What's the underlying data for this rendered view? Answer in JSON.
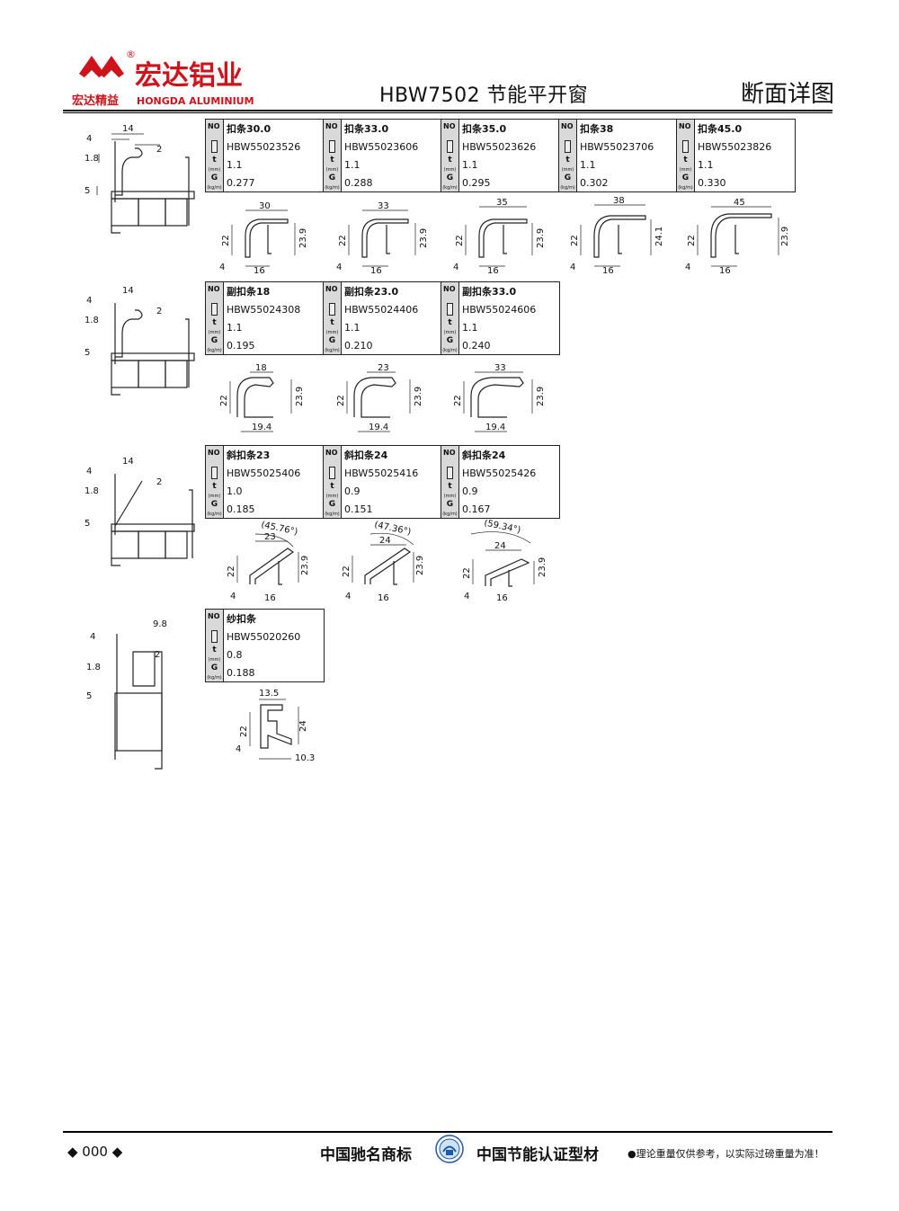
{
  "header": {
    "logo_cn": "宏达铝业",
    "logo_en": "HONGDA ALUMINIUM",
    "logo_slogan": "宏达精益",
    "logo_mark": "®",
    "title": "HBW7502 节能平开窗",
    "section": "断面详图"
  },
  "tables": [
    {
      "name": "fastener-strip",
      "cells": [
        {
          "name": "扣条30.0",
          "code": "HBW55023526",
          "t": "1.1",
          "g": "0.277"
        },
        {
          "name": "扣条33.0",
          "code": "HBW55023606",
          "t": "1.1",
          "g": "0.288"
        },
        {
          "name": "扣条35.0",
          "code": "HBW55023626",
          "t": "1.1",
          "g": "0.295"
        },
        {
          "name": "扣条38",
          "code": "HBW55023706",
          "t": "1.1",
          "g": "0.302"
        },
        {
          "name": "扣条45.0",
          "code": "HBW55023826",
          "t": "1.1",
          "g": "0.330"
        }
      ]
    },
    {
      "name": "sub-fastener-strip",
      "cells": [
        {
          "name": "副扣条18",
          "code": "HBW55024308",
          "t": "1.1",
          "g": "0.195"
        },
        {
          "name": "副扣条23.0",
          "code": "HBW55024406",
          "t": "1.1",
          "g": "0.210"
        },
        {
          "name": "副扣条33.0",
          "code": "HBW55024606",
          "t": "1.1",
          "g": "0.240"
        }
      ]
    },
    {
      "name": "inclined-fastener-strip",
      "cells": [
        {
          "name": "斜扣条23",
          "code": "HBW55025406",
          "t": "1.0",
          "g": "0.185"
        },
        {
          "name": "斜扣条24",
          "code": "HBW55025416",
          "t": "0.9",
          "g": "0.151"
        },
        {
          "name": "斜扣条24",
          "code": "HBW55025426",
          "t": "0.9",
          "g": "0.167"
        }
      ]
    },
    {
      "name": "screen-strip",
      "cells": [
        {
          "name": "纱扣条",
          "code": "HBW55020260",
          "t": "0.8",
          "g": "0.188"
        }
      ]
    }
  ],
  "icons": {
    "no": "NO",
    "t": "t",
    "t_unit": "(mm)",
    "g": "G",
    "g_unit": "(kg/m)"
  },
  "dimensions": {
    "frame": [
      "14",
      "4",
      "2",
      "1.8",
      "5"
    ],
    "frame_screen": [
      "9.8",
      "4",
      "2",
      "1.8",
      "5"
    ],
    "row1": [
      {
        "w": "30",
        "h": "22",
        "r": "23.9",
        "b1": "4",
        "b2": "16"
      },
      {
        "w": "33",
        "h": "22",
        "r": "23.9",
        "b1": "4",
        "b2": "16"
      },
      {
        "w": "35",
        "h": "22",
        "r": "23.9",
        "b1": "4",
        "b2": "16"
      },
      {
        "w": "38",
        "h": "22",
        "r": "24.1",
        "b1": "4",
        "b2": "16"
      },
      {
        "w": "45",
        "h": "22",
        "r": "23.9",
        "b1": "4",
        "b2": "16"
      }
    ],
    "row2": [
      {
        "w": "18",
        "h": "22",
        "r": "23.9",
        "b": "19.4"
      },
      {
        "w": "23",
        "h": "22",
        "r": "23.9",
        "b": "19.4"
      },
      {
        "w": "33",
        "h": "22",
        "r": "23.9",
        "b": "19.4"
      }
    ],
    "row3": [
      {
        "ang": "(45.76°)",
        "w": "23",
        "h": "22",
        "r": "23.9",
        "b1": "4",
        "b2": "16"
      },
      {
        "ang": "(47.36°)",
        "w": "24",
        "h": "22",
        "r": "23.9",
        "b1": "4",
        "b2": "16"
      },
      {
        "ang": "(59.34°)",
        "w": "24",
        "h": "22",
        "r": "23.9",
        "b1": "4",
        "b2": "16"
      }
    ],
    "row4": {
      "w": "13.5",
      "h": "22",
      "r": "24",
      "b1": "4",
      "b2": "10.3"
    }
  },
  "footer": {
    "page": "◆ 000 ◆",
    "brand": "中国驰名商标",
    "cert": "中国节能认证型材",
    "note": "●理论重量仅供参考，以实际过磅重量为准！"
  }
}
